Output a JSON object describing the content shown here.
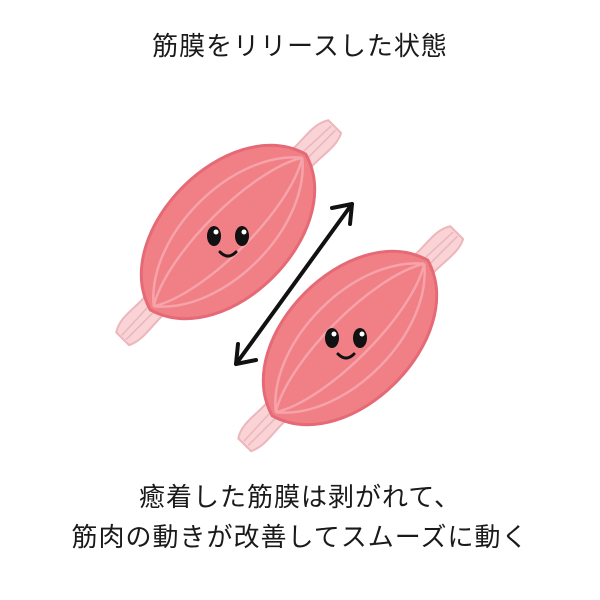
{
  "title": "筋膜をリリースした状態",
  "caption": {
    "line1": "癒着した筋膜は剥がれて、",
    "line2": "筋肉の動きが改善してスムーズに動く"
  },
  "colors": {
    "muscle": "#f07f86",
    "muscle_stroke": "#e56a75",
    "muscle_stripe": "#f6a3aa",
    "tendon": "#f9d3d6",
    "arrow": "#111111"
  },
  "icons": [
    "muscle-character-icon",
    "double-arrow-icon"
  ]
}
